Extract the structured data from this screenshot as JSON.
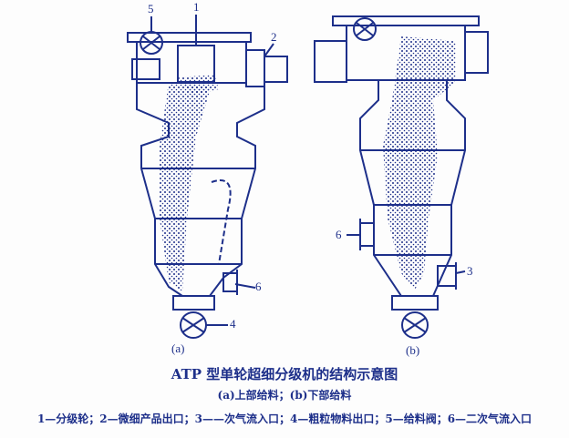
{
  "title": "ATP 型单轮超细分级机的结构示意图",
  "subtitle": "(a)上部给料；(b)下部给料",
  "legend": "1—分级轮；2—微细产品出口；3——次气流入口；4—粗粒物料出口；5—给料阀；6—二次气流入口",
  "diagram_a": {
    "caption": "(a)",
    "labels": [
      "5",
      "1",
      "2",
      "6",
      "4"
    ]
  },
  "diagram_b": {
    "caption": "(b)",
    "labels": [
      "6",
      "3"
    ]
  },
  "colors": {
    "line": "#1d2f8a"
  }
}
